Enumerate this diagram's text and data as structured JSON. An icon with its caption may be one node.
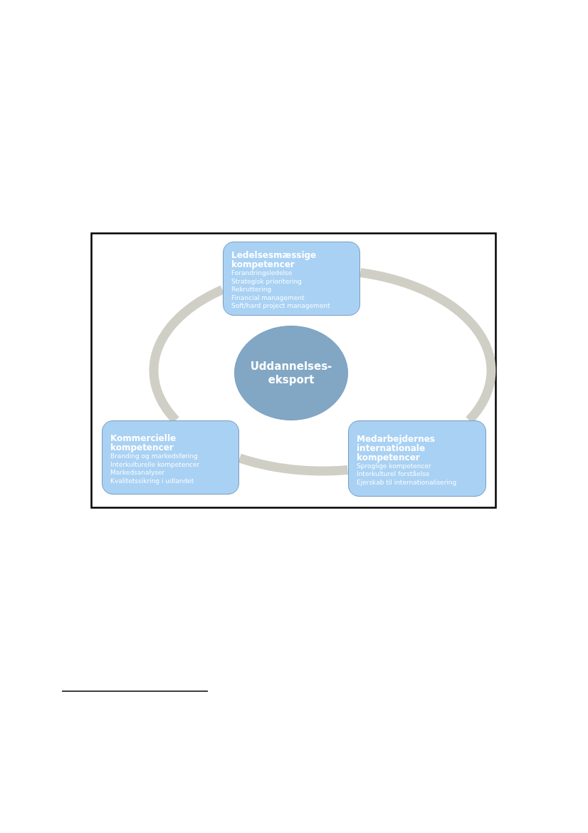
{
  "diagram": {
    "nodes": [
      {
        "text": [
          "Ledelsesmæssige kompetencer",
          "Forandringsledelse",
          "Strategisk prioritering",
          "Rekruttering",
          "Financial management",
          "Soft/hard project management"
        ]
      },
      {
        "text": [
          "Uddannelses- eksport"
        ]
      },
      {
        "text": [
          "Kommercielle kompetencer",
          "Branding og markedsføring",
          "Interkulturelle kompetencer",
          "Markedsanalyser",
          "Kvalitetssikring i udlandet"
        ]
      },
      {
        "text": [
          "Medarbejdernes internationale kompetencer",
          "Sproglige kompetencer",
          "Interkulturel forståelse",
          "Ejerskab til internationalisering"
        ]
      }
    ],
    "edges": [
      {
        "from": 0,
        "to": 3,
        "arrow": "none"
      },
      {
        "from": 3,
        "to": 2,
        "arrow": "none"
      },
      {
        "from": 2,
        "to": 0,
        "arrow": "none"
      }
    ]
  }
}
